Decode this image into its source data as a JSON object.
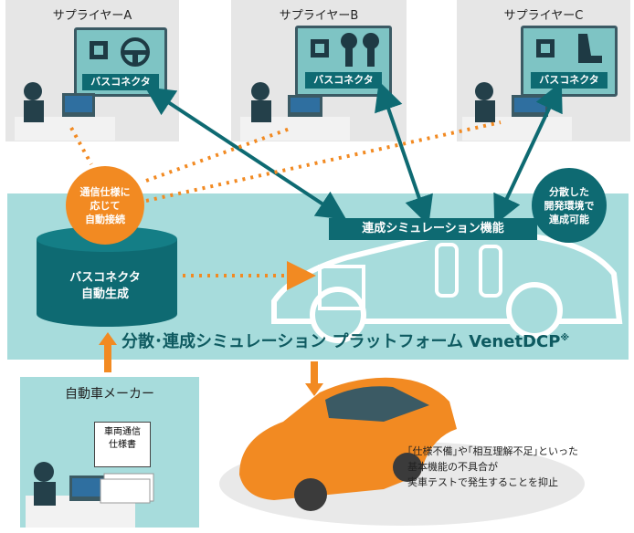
{
  "suppliers": [
    {
      "name": "サプライヤーA",
      "bus_connector": "バスコネクタ",
      "device_icon": "steering-wheel-icon"
    },
    {
      "name": "サプライヤーB",
      "bus_connector": "バスコネクタ",
      "device_icon": "engine-piston-icon"
    },
    {
      "name": "サプライヤーC",
      "bus_connector": "バスコネクタ",
      "device_icon": "car-seat-icon"
    }
  ],
  "auto_connect": [
    "通信仕様に",
    "応じて",
    "自動接続"
  ],
  "bus_gen": [
    "バスコネクタ",
    "自動生成"
  ],
  "renkei_sim": "連成シミュレーション機能",
  "distributed_note": [
    "分散した",
    "開発環境で",
    "連成可能"
  ],
  "platform_title": "分散･連成シミュレーション プラットフォーム VenetDCP",
  "platform_mark": "※",
  "maker": {
    "title": "自動車メーカー",
    "doc": [
      "車両通信",
      "仕様書"
    ]
  },
  "caption": [
    "｢仕様不備｣や｢相互理解不足｣といった",
    "基本機能の不具合が",
    "実車テストで発生することを抑止"
  ],
  "colors": {
    "teal_dark": "#0e6a72",
    "teal_light": "#a7dcdc",
    "orange": "#f28a22",
    "panel_gray": "#e6e6e6"
  }
}
